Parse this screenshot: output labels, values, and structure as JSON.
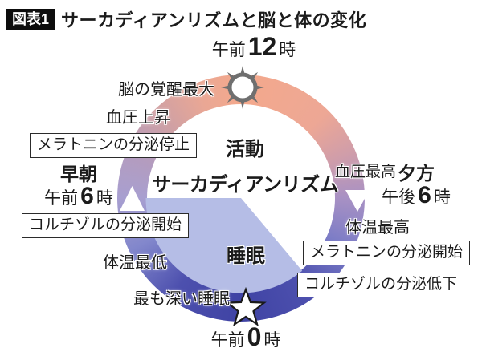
{
  "title": {
    "tag": "図表1",
    "text": "サーカディアンリズムと脳と体の変化"
  },
  "center": {
    "rhythm": "サーカディアンリズム",
    "activity": "活動",
    "sleep": "睡眠"
  },
  "clock": {
    "noon": {
      "prefix": "午前",
      "number": "12",
      "suffix": "時"
    },
    "evening": {
      "label": "夕方",
      "prefix": "午後",
      "number": "6",
      "suffix": "時"
    },
    "midnight": {
      "prefix": "午前",
      "number": "0",
      "suffix": "時"
    },
    "morning": {
      "label": "早朝",
      "prefix": "午前",
      "number": "6",
      "suffix": "時"
    }
  },
  "annotations": {
    "brain_wake_max": "脳の覚醒最大",
    "blood_pressure_rise": "血圧上昇",
    "melatonin_stop": "メラトニンの分泌停止",
    "cortisol_start": "コルチゾルの分泌開始",
    "body_temp_lowest": "体温最低",
    "deepest_sleep": "最も深い睡眠",
    "blood_pressure_highest": "血圧最高",
    "body_temp_highest": "体温最高",
    "melatonin_start": "メラトニンの分泌開始",
    "cortisol_decline": "コルチゾルの分泌低下"
  },
  "icons": {
    "noon_marker": "sun-icon",
    "midnight_marker": "star-icon",
    "morning_marker": "triangle-up-icon",
    "evening_marker": "triangle-down-icon"
  },
  "colors": {
    "ring_day": "#f4a98c",
    "ring_night": "#3f43a4",
    "ring_dawn": "#a89fd0",
    "ring_dusk": "#a891c4",
    "sleep_sector": "#b5bde6",
    "icon_gray": "#6f6f6f",
    "text": "#1b1b1b"
  }
}
